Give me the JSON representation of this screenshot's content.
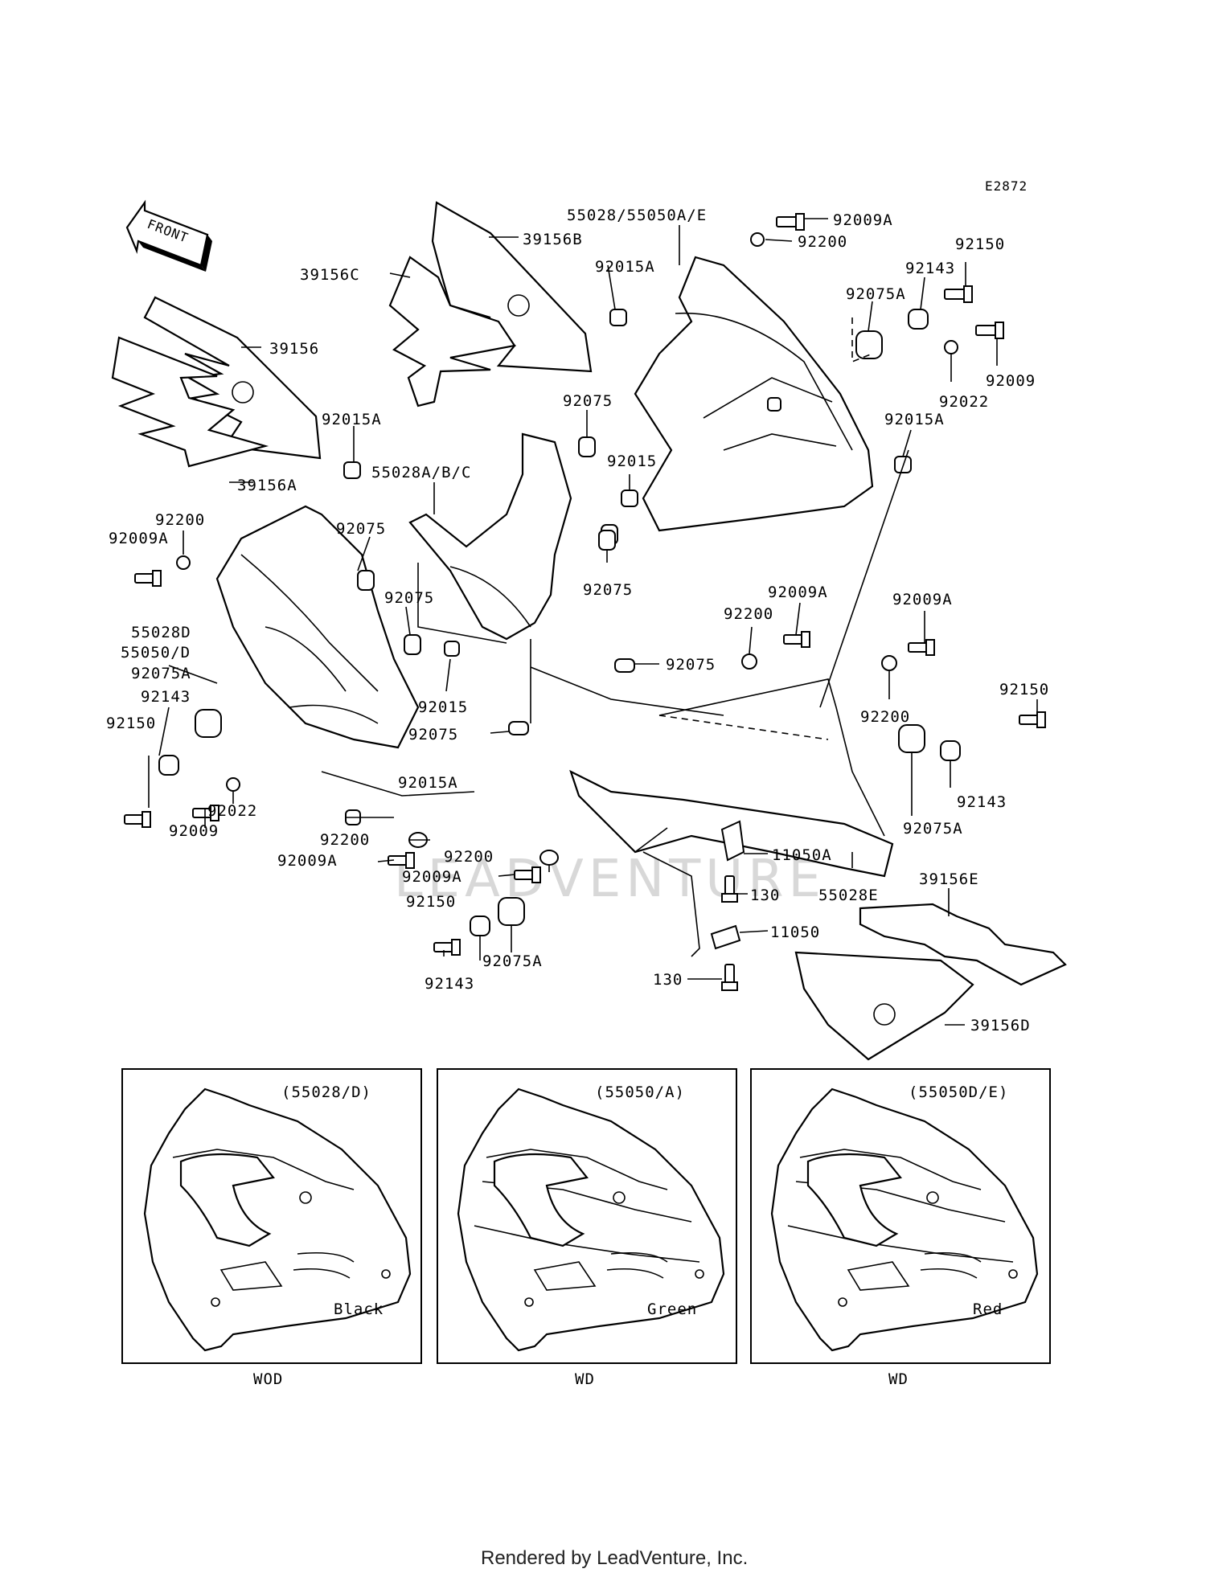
{
  "diagram_code": "E2872",
  "front_label": "FRONT",
  "watermark": "LEADVENTURE",
  "footer": "Rendered by LeadVenture, Inc.",
  "callouts": [
    {
      "id": "c1",
      "text": "55028/55050A/E"
    },
    {
      "id": "c2",
      "text": "92009A"
    },
    {
      "id": "c3",
      "text": "92200"
    },
    {
      "id": "c4",
      "text": "39156B"
    },
    {
      "id": "c5",
      "text": "39156C"
    },
    {
      "id": "c6",
      "text": "92015A"
    },
    {
      "id": "c7",
      "text": "92150"
    },
    {
      "id": "c8",
      "text": "92143"
    },
    {
      "id": "c9",
      "text": "92075A"
    },
    {
      "id": "c10",
      "text": "39156"
    },
    {
      "id": "c11",
      "text": "92009"
    },
    {
      "id": "c12",
      "text": "92022"
    },
    {
      "id": "c13",
      "text": "92075"
    },
    {
      "id": "c14",
      "text": "92015A"
    },
    {
      "id": "c15",
      "text": "92015A"
    },
    {
      "id": "c16",
      "text": "92015"
    },
    {
      "id": "c17",
      "text": "39156A"
    },
    {
      "id": "c18",
      "text": "55028A/B/C"
    },
    {
      "id": "c19",
      "text": "92200"
    },
    {
      "id": "c20",
      "text": "92009A"
    },
    {
      "id": "c21",
      "text": "92075"
    },
    {
      "id": "c22",
      "text": "92075"
    },
    {
      "id": "c23",
      "text": "92009A"
    },
    {
      "id": "c24",
      "text": "92009A"
    },
    {
      "id": "c25",
      "text": "92200"
    },
    {
      "id": "c26",
      "text": "55028D"
    },
    {
      "id": "c27",
      "text": "55050/D"
    },
    {
      "id": "c28",
      "text": "92075"
    },
    {
      "id": "c29",
      "text": "92075A"
    },
    {
      "id": "c30",
      "text": "92075"
    },
    {
      "id": "c31",
      "text": "92150"
    },
    {
      "id": "c32",
      "text": "92143"
    },
    {
      "id": "c33",
      "text": "92015"
    },
    {
      "id": "c34",
      "text": "92200"
    },
    {
      "id": "c35",
      "text": "92150"
    },
    {
      "id": "c36",
      "text": "92075"
    },
    {
      "id": "c37",
      "text": "92022"
    },
    {
      "id": "c38",
      "text": "92015A"
    },
    {
      "id": "c39",
      "text": "92143"
    },
    {
      "id": "c40",
      "text": "92009"
    },
    {
      "id": "c41",
      "text": "92075A"
    },
    {
      "id": "c42",
      "text": "92200"
    },
    {
      "id": "c43",
      "text": "92009A"
    },
    {
      "id": "c44",
      "text": "92200"
    },
    {
      "id": "c45",
      "text": "11050A"
    },
    {
      "id": "c46",
      "text": "92009A"
    },
    {
      "id": "c47",
      "text": "130"
    },
    {
      "id": "c48",
      "text": "55028E"
    },
    {
      "id": "c49",
      "text": "39156E"
    },
    {
      "id": "c50",
      "text": "92150"
    },
    {
      "id": "c51",
      "text": "92075A"
    },
    {
      "id": "c52",
      "text": "11050"
    },
    {
      "id": "c53",
      "text": "92143"
    },
    {
      "id": "c54",
      "text": "130"
    },
    {
      "id": "c55",
      "text": "39156D"
    }
  ],
  "variants": [
    {
      "part": "(55028/D)",
      "color": "Black",
      "model": "WOD"
    },
    {
      "part": "(55050/A)",
      "color": "Green",
      "model": "WD"
    },
    {
      "part": "(55050D/E)",
      "color": "Red",
      "model": "WD"
    }
  ]
}
